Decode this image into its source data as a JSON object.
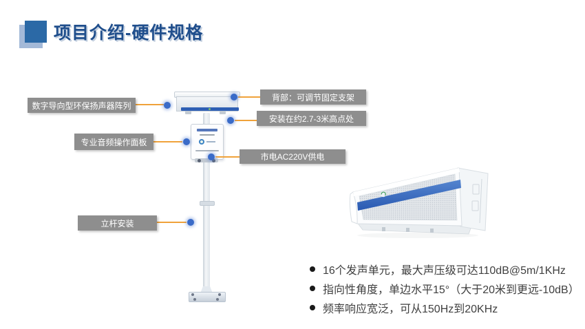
{
  "header": {
    "title": "项目介绍-硬件规格",
    "title_color": "#1F4E8C",
    "accent_dark": "#2B69A6",
    "accent_light": "#A3B9D8"
  },
  "diagram": {
    "label_bg": "#8E8E8E",
    "label_text_color": "#FFFFFF",
    "line_color": "#F0A23A",
    "dot_color": "#3A6BC8",
    "speaker_stripe_color": "#2F5FB4",
    "callouts": [
      {
        "label": "数字导向型环保扬声器阵列"
      },
      {
        "label": "专业音频操作面板"
      },
      {
        "label": "立杆安装"
      },
      {
        "label": "背部：可调节固定支架"
      },
      {
        "label": "安装在约2.7-3米高点处"
      },
      {
        "label": "市电AC220V供电"
      }
    ]
  },
  "specs": {
    "text_color": "#3F3F3F",
    "items": [
      {
        "text": "16个发声单元，最大声压级可达110dB@5m/1KHz"
      },
      {
        "text": "指向性角度，单边水平15°（大于20米到更远-10dB）"
      },
      {
        "text": "频率响应宽泛，可从150Hz到20KHz"
      }
    ]
  }
}
